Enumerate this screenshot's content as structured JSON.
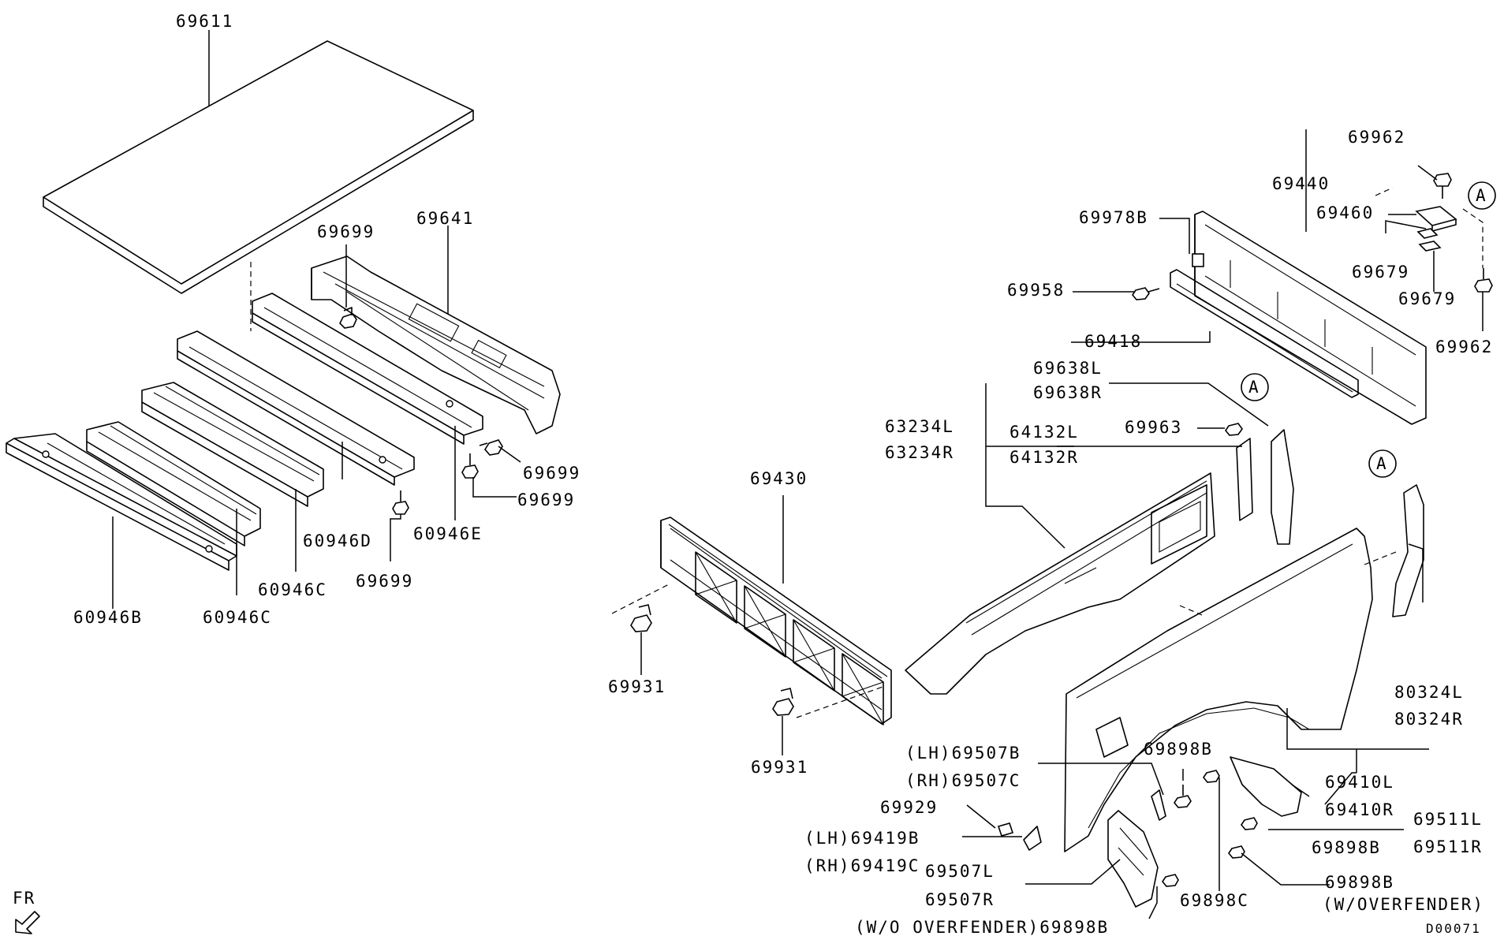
{
  "diagram_code": "D00071",
  "direction_label": "FR",
  "callout_letter": "A",
  "labels": {
    "p69611": "69611",
    "p69641": "69641",
    "p69699_a": "69699",
    "p69699_b": "69699",
    "p69699_c": "69699",
    "p69699_d": "69699",
    "p60946B": "60946B",
    "p60946C_a": "60946C",
    "p60946C_b": "60946C",
    "p60946D": "60946D",
    "p60946E": "60946E",
    "p69430": "69430",
    "p69931_a": "69931",
    "p69931_b": "69931",
    "p69962_a": "69962",
    "p69962_b": "69962",
    "p69440": "69440",
    "p69460": "69460",
    "p69978B": "69978B",
    "p69679_a": "69679",
    "p69679_b": "69679",
    "p69958": "69958",
    "p69418": "69418",
    "p69638L": "69638L",
    "p69638R": "69638R",
    "p63234L": "63234L",
    "p63234R": "63234R",
    "p64132L": "64132L",
    "p64132R": "64132R",
    "p69963": "69963",
    "p80324L": "80324L",
    "p80324R": "80324R",
    "p69507B": "(LH)69507B",
    "p69507C": "(RH)69507C",
    "p69898B_a": "69898B",
    "p69410L": "69410L",
    "p69410R": "69410R",
    "p69511L": "69511L",
    "p69511R": "69511R",
    "p69929": "69929",
    "p69419B": "(LH)69419B",
    "p69419C": "(RH)69419C",
    "p69898B_b": "69898B",
    "p69507L": "69507L",
    "p69507R": "69507R",
    "p69898B_c": "69898B",
    "p69898B_c2": "(W/OVERFENDER)",
    "p69898C": "69898C",
    "p69898B_d": "(W/O OVERFENDER)69898B"
  }
}
